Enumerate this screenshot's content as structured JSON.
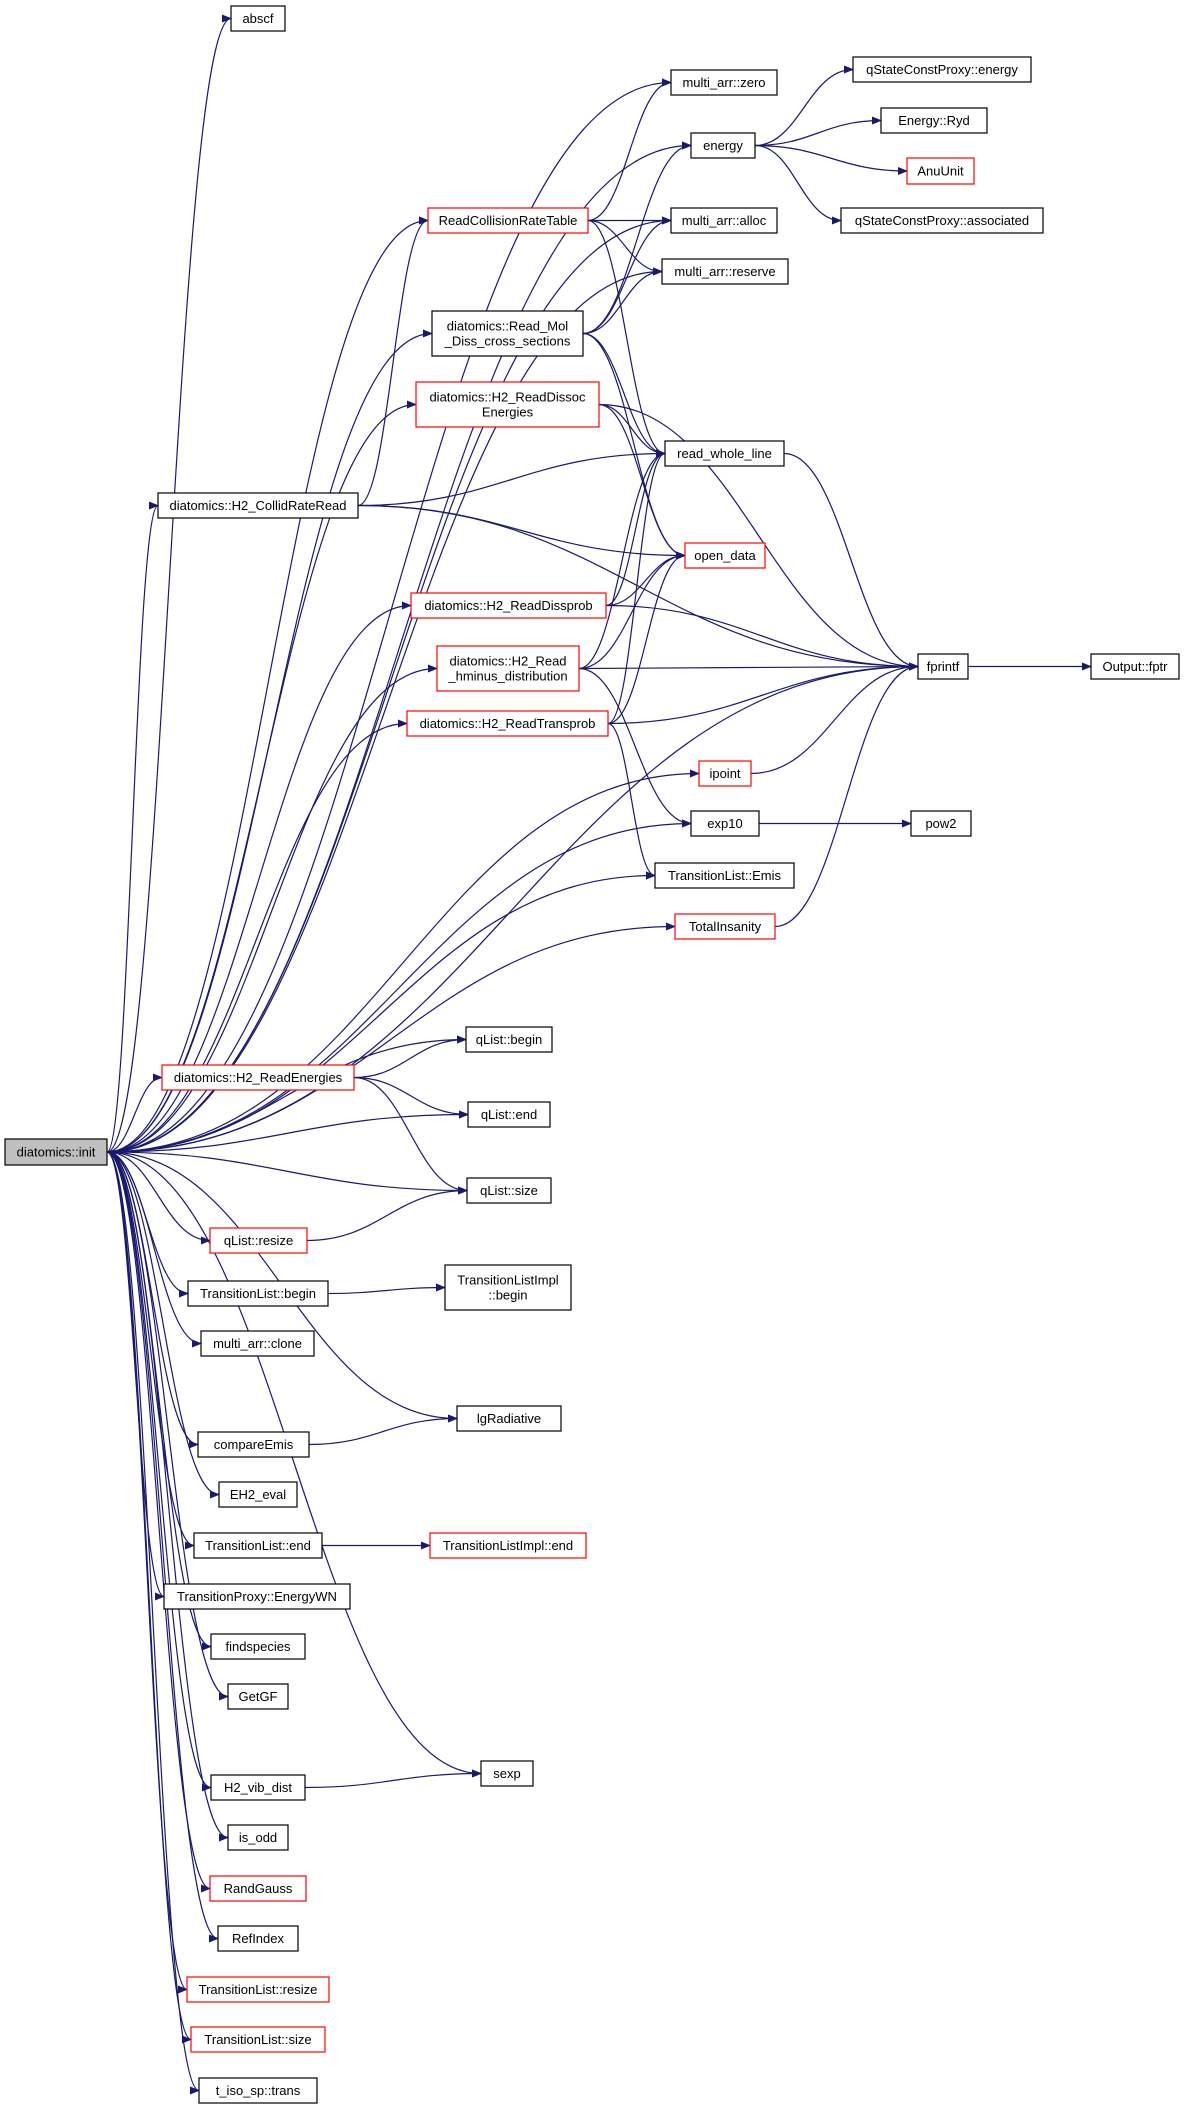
{
  "colors": {
    "edge": "#191970",
    "box_default": "#000000",
    "box_truncated": "#ff0000",
    "box_root_fill": "#bfbfbf",
    "background": "#ffffff"
  },
  "root": "diatomics::init",
  "nodes": [
    {
      "id": "init",
      "lines": [
        "diatomics::init"
      ],
      "style": "root"
    },
    {
      "id": "abscf",
      "lines": [
        "abscf"
      ],
      "style": "default"
    },
    {
      "id": "ma_zero",
      "lines": [
        "multi_arr::zero"
      ],
      "style": "default"
    },
    {
      "id": "qscp_energy",
      "lines": [
        "qStateConstProxy::energy"
      ],
      "style": "default"
    },
    {
      "id": "energy",
      "lines": [
        "energy"
      ],
      "style": "default"
    },
    {
      "id": "energy_ryd",
      "lines": [
        "Energy::Ryd"
      ],
      "style": "default"
    },
    {
      "id": "anuunit",
      "lines": [
        "AnuUnit"
      ],
      "style": "truncated"
    },
    {
      "id": "readcoll",
      "lines": [
        "ReadCollisionRateTable"
      ],
      "style": "truncated"
    },
    {
      "id": "ma_alloc",
      "lines": [
        "multi_arr::alloc"
      ],
      "style": "default"
    },
    {
      "id": "qscp_assoc",
      "lines": [
        "qStateConstProxy::associated"
      ],
      "style": "default"
    },
    {
      "id": "ma_reserve",
      "lines": [
        "multi_arr::reserve"
      ],
      "style": "default"
    },
    {
      "id": "readmol",
      "lines": [
        "diatomics::Read_Mol",
        "_Diss_cross_sections"
      ],
      "style": "default"
    },
    {
      "id": "h2dissoc",
      "lines": [
        "diatomics::H2_ReadDissoc",
        "Energies"
      ],
      "style": "truncated"
    },
    {
      "id": "readwhole",
      "lines": [
        "read_whole_line"
      ],
      "style": "default"
    },
    {
      "id": "h2collid",
      "lines": [
        "diatomics::H2_CollidRateRead"
      ],
      "style": "default"
    },
    {
      "id": "opendata",
      "lines": [
        "open_data"
      ],
      "style": "truncated"
    },
    {
      "id": "h2dissprob",
      "lines": [
        "diatomics::H2_ReadDissprob"
      ],
      "style": "truncated"
    },
    {
      "id": "h2hminus",
      "lines": [
        "diatomics::H2_Read",
        "_hminus_distribution"
      ],
      "style": "truncated"
    },
    {
      "id": "fprintf",
      "lines": [
        "fprintf"
      ],
      "style": "default"
    },
    {
      "id": "fptr",
      "lines": [
        "Output::fptr"
      ],
      "style": "default"
    },
    {
      "id": "h2trans",
      "lines": [
        "diatomics::H2_ReadTransprob"
      ],
      "style": "truncated"
    },
    {
      "id": "ipoint",
      "lines": [
        "ipoint"
      ],
      "style": "truncated"
    },
    {
      "id": "exp10",
      "lines": [
        "exp10"
      ],
      "style": "default"
    },
    {
      "id": "pow2",
      "lines": [
        "pow2"
      ],
      "style": "default"
    },
    {
      "id": "tl_emis",
      "lines": [
        "TransitionList::Emis"
      ],
      "style": "default"
    },
    {
      "id": "totalins",
      "lines": [
        "TotalInsanity"
      ],
      "style": "truncated"
    },
    {
      "id": "ql_begin",
      "lines": [
        "qList::begin"
      ],
      "style": "default"
    },
    {
      "id": "h2energies",
      "lines": [
        "diatomics::H2_ReadEnergies"
      ],
      "style": "truncated"
    },
    {
      "id": "ql_end",
      "lines": [
        "qList::end"
      ],
      "style": "default"
    },
    {
      "id": "ql_size",
      "lines": [
        "qList::size"
      ],
      "style": "default"
    },
    {
      "id": "ql_resize",
      "lines": [
        "qList::resize"
      ],
      "style": "truncated"
    },
    {
      "id": "tl_begin",
      "lines": [
        "TransitionList::begin"
      ],
      "style": "default"
    },
    {
      "id": "tli_begin",
      "lines": [
        "TransitionListImpl",
        "::begin"
      ],
      "style": "default"
    },
    {
      "id": "ma_clone",
      "lines": [
        "multi_arr::clone"
      ],
      "style": "default"
    },
    {
      "id": "lgrad",
      "lines": [
        "lgRadiative"
      ],
      "style": "default"
    },
    {
      "id": "compare",
      "lines": [
        "compareEmis"
      ],
      "style": "default"
    },
    {
      "id": "eh2eval",
      "lines": [
        "EH2_eval"
      ],
      "style": "default"
    },
    {
      "id": "tl_end",
      "lines": [
        "TransitionList::end"
      ],
      "style": "default"
    },
    {
      "id": "tli_end",
      "lines": [
        "TransitionListImpl::end"
      ],
      "style": "truncated"
    },
    {
      "id": "tp_energywn",
      "lines": [
        "TransitionProxy::EnergyWN"
      ],
      "style": "default"
    },
    {
      "id": "findspecies",
      "lines": [
        "findspecies"
      ],
      "style": "default"
    },
    {
      "id": "getgf",
      "lines": [
        "GetGF"
      ],
      "style": "default"
    },
    {
      "id": "sexp",
      "lines": [
        "sexp"
      ],
      "style": "default"
    },
    {
      "id": "h2vib",
      "lines": [
        "H2_vib_dist"
      ],
      "style": "default"
    },
    {
      "id": "isodd",
      "lines": [
        "is_odd"
      ],
      "style": "default"
    },
    {
      "id": "randgauss",
      "lines": [
        "RandGauss"
      ],
      "style": "truncated"
    },
    {
      "id": "refindex",
      "lines": [
        "RefIndex"
      ],
      "style": "default"
    },
    {
      "id": "tl_resize",
      "lines": [
        "TransitionList::resize"
      ],
      "style": "truncated"
    },
    {
      "id": "tl_size",
      "lines": [
        "TransitionList::size"
      ],
      "style": "truncated"
    },
    {
      "id": "tiso",
      "lines": [
        "t_iso_sp::trans"
      ],
      "style": "default"
    }
  ],
  "edges": [
    [
      "init",
      "abscf"
    ],
    [
      "init",
      "ma_zero"
    ],
    [
      "init",
      "energy"
    ],
    [
      "init",
      "ma_alloc"
    ],
    [
      "init",
      "readcoll"
    ],
    [
      "init",
      "ma_reserve"
    ],
    [
      "init",
      "readmol"
    ],
    [
      "init",
      "h2dissoc"
    ],
    [
      "init",
      "h2collid"
    ],
    [
      "init",
      "h2dissprob"
    ],
    [
      "init",
      "h2hminus"
    ],
    [
      "init",
      "h2trans"
    ],
    [
      "init",
      "ipoint"
    ],
    [
      "init",
      "exp10"
    ],
    [
      "init",
      "tl_emis"
    ],
    [
      "init",
      "totalins"
    ],
    [
      "init",
      "fprintf"
    ],
    [
      "init",
      "ql_begin"
    ],
    [
      "init",
      "h2energies"
    ],
    [
      "init",
      "ql_end"
    ],
    [
      "init",
      "ql_size"
    ],
    [
      "init",
      "ql_resize"
    ],
    [
      "init",
      "tl_begin"
    ],
    [
      "init",
      "ma_clone"
    ],
    [
      "init",
      "lgrad"
    ],
    [
      "init",
      "compare"
    ],
    [
      "init",
      "eh2eval"
    ],
    [
      "init",
      "tl_end"
    ],
    [
      "init",
      "tp_energywn"
    ],
    [
      "init",
      "findspecies"
    ],
    [
      "init",
      "getgf"
    ],
    [
      "init",
      "sexp"
    ],
    [
      "init",
      "h2vib"
    ],
    [
      "init",
      "isodd"
    ],
    [
      "init",
      "randgauss"
    ],
    [
      "init",
      "refindex"
    ],
    [
      "init",
      "tl_resize"
    ],
    [
      "init",
      "tl_size"
    ],
    [
      "init",
      "tiso"
    ],
    [
      "energy",
      "qscp_energy"
    ],
    [
      "energy",
      "energy_ryd"
    ],
    [
      "energy",
      "anuunit"
    ],
    [
      "energy",
      "qscp_assoc"
    ],
    [
      "readcoll",
      "ma_zero"
    ],
    [
      "readcoll",
      "ma_alloc"
    ],
    [
      "readcoll",
      "ma_reserve"
    ],
    [
      "readcoll",
      "readwhole"
    ],
    [
      "readmol",
      "energy"
    ],
    [
      "readmol",
      "ma_alloc"
    ],
    [
      "readmol",
      "ma_reserve"
    ],
    [
      "readmol",
      "readwhole"
    ],
    [
      "readmol",
      "opendata"
    ],
    [
      "h2dissoc",
      "readwhole"
    ],
    [
      "h2dissoc",
      "opendata"
    ],
    [
      "h2dissoc",
      "fprintf"
    ],
    [
      "h2collid",
      "readcoll"
    ],
    [
      "h2collid",
      "readwhole"
    ],
    [
      "h2collid",
      "opendata"
    ],
    [
      "h2collid",
      "fprintf"
    ],
    [
      "h2dissprob",
      "readwhole"
    ],
    [
      "h2dissprob",
      "opendata"
    ],
    [
      "h2dissprob",
      "fprintf"
    ],
    [
      "h2hminus",
      "readwhole"
    ],
    [
      "h2hminus",
      "opendata"
    ],
    [
      "h2hminus",
      "fprintf"
    ],
    [
      "h2hminus",
      "exp10"
    ],
    [
      "h2trans",
      "readwhole"
    ],
    [
      "h2trans",
      "opendata"
    ],
    [
      "h2trans",
      "fprintf"
    ],
    [
      "h2trans",
      "tl_emis"
    ],
    [
      "readwhole",
      "fprintf"
    ],
    [
      "ipoint",
      "fprintf"
    ],
    [
      "totalins",
      "fprintf"
    ],
    [
      "fprintf",
      "fptr"
    ],
    [
      "exp10",
      "pow2"
    ],
    [
      "h2energies",
      "ql_begin"
    ],
    [
      "h2energies",
      "ql_end"
    ],
    [
      "h2energies",
      "ql_size"
    ],
    [
      "ql_resize",
      "ql_size"
    ],
    [
      "tl_begin",
      "tli_begin"
    ],
    [
      "compare",
      "lgrad"
    ],
    [
      "tl_end",
      "tli_end"
    ],
    [
      "h2vib",
      "sexp"
    ]
  ]
}
